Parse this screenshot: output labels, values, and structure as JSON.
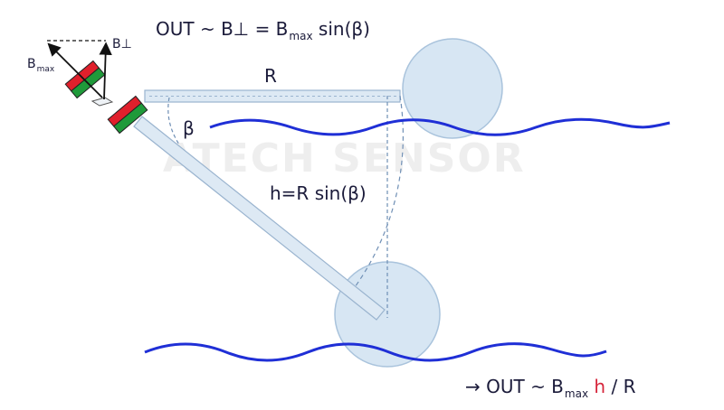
{
  "formula_top": {
    "prefix": "OUT ~ B⊥  = B",
    "sub": "max",
    "suffix": " sin(β)"
  },
  "label_R": "R",
  "label_beta": "β",
  "label_h": "h=R sin(β)",
  "label_bperp": "B⊥",
  "label_bmax": {
    "base": "B",
    "sub": "max"
  },
  "formula_bottom": {
    "prefix": "→ OUT ~ B",
    "sub": "max",
    "h": "h",
    "suffix": " / R"
  },
  "watermark": "ATECH SENSOR",
  "colors": {
    "wave": "#1f2fd6",
    "float": "#d7e6f3",
    "float_stroke": "#a9c3dc",
    "arm": "#dde9f4",
    "arm_stroke": "#9ab4cf",
    "magnet_red": "#e0202c",
    "magnet_green": "#1f9a3a",
    "highlight": "#d6263c"
  }
}
